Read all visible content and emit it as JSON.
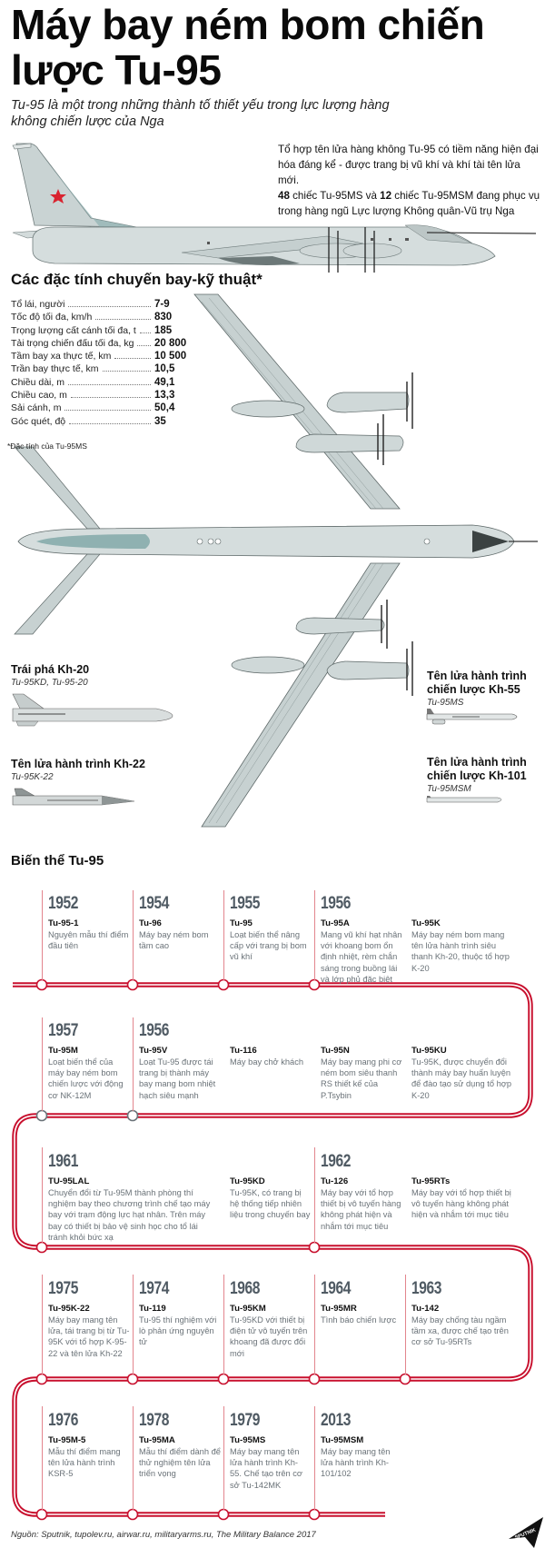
{
  "header": {
    "title": "Máy bay ném bom chiến lược Tu-95",
    "subtitle": "Tu-95 là một trong những thành tố thiết yếu trong  lực lượng hàng không chiến lược của Nga"
  },
  "intro": {
    "line1": "Tổ hợp tên lửa hàng không Tu-95 có tiềm năng hiện đại hóa đáng kể - được trang bị vũ khí và khí tài tên lửa mới.",
    "count_ms": "48",
    "text_ms": " chiếc Tu-95MS và ",
    "count_msm": "12",
    "text_msm": " chiếc Tu-95MSM đang phục vụ trong hàng ngũ Lực lượng Không quân-Vũ trụ Nga"
  },
  "specs": {
    "heading": "Các đặc tính chuyến bay-kỹ thuật*",
    "rows": [
      {
        "label": "Tổ lái, người",
        "value": "7-9"
      },
      {
        "label": "Tốc độ tối đa, km/h",
        "value": "830"
      },
      {
        "label": "Trọng lượng cất cánh tối đa, t",
        "value": "185"
      },
      {
        "label": "Tải trọng chiến đấu tối đa, kg",
        "value": "20 800"
      },
      {
        "label": "Tầm bay xa thực tế, km",
        "value": "10 500"
      },
      {
        "label": "Trần bay thực tế, km",
        "value": "10,5"
      },
      {
        "label": "Chiều dài, m",
        "value": "49,1"
      },
      {
        "label": "Chiều cao, m",
        "value": "13,3"
      },
      {
        "label": "Sải cánh, m",
        "value": "50,4"
      },
      {
        "label": "Góc quét, độ",
        "value": "35"
      }
    ],
    "footnote": "*Đặc tính của Tu-95MS"
  },
  "weapons": [
    {
      "title": "Trái phá Kh-20",
      "carriers": "Tu-95KD, Tu-95-20"
    },
    {
      "title": "Tên lửa hành trình Kh-22",
      "carriers": "Tu-95K-22"
    },
    {
      "title": "Tên lửa hành trình chiến lược Kh-55",
      "carriers": "Tu-95MS"
    },
    {
      "title": "Tên lửa hành trình chiến lược Kh-101",
      "carriers": "Tu-95MSM"
    }
  ],
  "timeline": {
    "heading": "Biến thể Tu-95",
    "colors": {
      "line": "#c8102e",
      "year": "#4f5a63",
      "desc": "#6a7278"
    },
    "entries": [
      {
        "year": "1952",
        "model": "Tu-95-1",
        "desc": "Nguyên mẫu thí điểm đầu tiên"
      },
      {
        "year": "1954",
        "model": "Tu-96",
        "desc": "Máy bay ném bom tầm cao"
      },
      {
        "year": "1955",
        "model": "Tu-95",
        "desc": "Loạt biến thể nâng cấp với trang bị bom vũ khí"
      },
      {
        "year": "1956",
        "model": "Tu-95A",
        "desc": "Mang vũ khí hạt nhân với khoang bom ổn định nhiệt, rèm chắn sáng trong buồng lái và lớp phủ đặc biệt"
      },
      {
        "year": "",
        "model": "Tu-95K",
        "desc": "Máy bay ném bom mang tên lửa hành trình siêu thanh Kh-20, thuộc tổ hợp K-20"
      },
      {
        "year": "1957",
        "model": "Tu-95M",
        "desc": "Loạt biến thể của máy bay ném bom chiến lược với động cơ NK-12M"
      },
      {
        "year": "1956",
        "model": "Tu-95V",
        "desc": "Loạt Tu-95 được tái trang bị thành máy bay mang bom nhiệt hạch siêu mạnh"
      },
      {
        "year": "",
        "model": "Tu-116",
        "desc": "Máy bay chở khách"
      },
      {
        "year": "",
        "model": "Tu-95N",
        "desc": "Máy bay mang phi cơ ném bom siêu thanh RS  thiết kế của P.Tsybin"
      },
      {
        "year": "",
        "model": "Tu-95KU",
        "desc": "Tu-95K, được chuyển đổi thành máy bay huấn luyện để đào tạo sử dụng tổ hợp K-20"
      },
      {
        "year": "1961",
        "model": "TU-95LAL",
        "desc": "Chuyển đổi từ Tu-95M thành phòng thí nghiệm bay theo chương trình chế tạo máy bay với trạm động lực hạt nhân. Trên máy bay có thiết bị bảo vệ sinh học cho tổ lái tránh khỏi bức xạ"
      },
      {
        "year": "",
        "model": "Tu-95KD",
        "desc": "Tu-95K, có trang bị hệ thống tiếp nhiên liệu trong chuyến bay"
      },
      {
        "year": "1962",
        "model": "Tu-126",
        "desc": "Máy bay với tổ hợp thiết bị vô tuyến hàng không phát hiện và nhắm tới mục tiêu"
      },
      {
        "year": "",
        "model": "Tu-95RTs",
        "desc": "Máy bay với tổ hợp thiết bị vô tuyến hàng không phát hiện và nhắm tới mục tiêu"
      },
      {
        "year": "1975",
        "model": "Tu-95K-22",
        "desc": "Máy bay mang tên lửa, tái trang bị từ Tu-95K với tổ hợp K-95-22 và tên lửa Kh-22"
      },
      {
        "year": "1974",
        "model": "Tu-119",
        "desc": "Tu-95 thí nghiệm với lò phản ứng nguyên tử"
      },
      {
        "year": "1968",
        "model": "Tu-95KM",
        "desc": "Tu-95KD với thiết bị điện tử vô tuyến trên khoang đã được đổi mới"
      },
      {
        "year": "1964",
        "model": "Tu-95MR",
        "desc": "Tình báo chiến lược"
      },
      {
        "year": "1963",
        "model": "Tu-142",
        "desc": "Máy bay chống tàu ngầm tầm xa, được chế tạo trên cơ sở Tu-95RTs"
      },
      {
        "year": "1976",
        "model": "Tu-95M-5",
        "desc": "Mẫu thí điểm mang tên lửa hành trình KSR-5"
      },
      {
        "year": "1978",
        "model": "Tu-95MA",
        "desc": "Mẫu thí điểm dành để thử nghiệm tên lửa triển vọng"
      },
      {
        "year": "1979",
        "model": "Tu-95MS",
        "desc": "Máy bay mang tên lửa hành trình Kh-55. Chế tạo trên cơ sở Tu-142MK"
      },
      {
        "year": "2013",
        "model": "Tu-95MSM",
        "desc": "Máy bay mang tên lửa hành trình Kh-101/102"
      }
    ]
  },
  "footer": {
    "source": "Nguồn: Sputnik, tupolev.ru, airwar.ru, militaryarms.ru, The Military Balance 2017",
    "logo": "SPUTNIK"
  }
}
